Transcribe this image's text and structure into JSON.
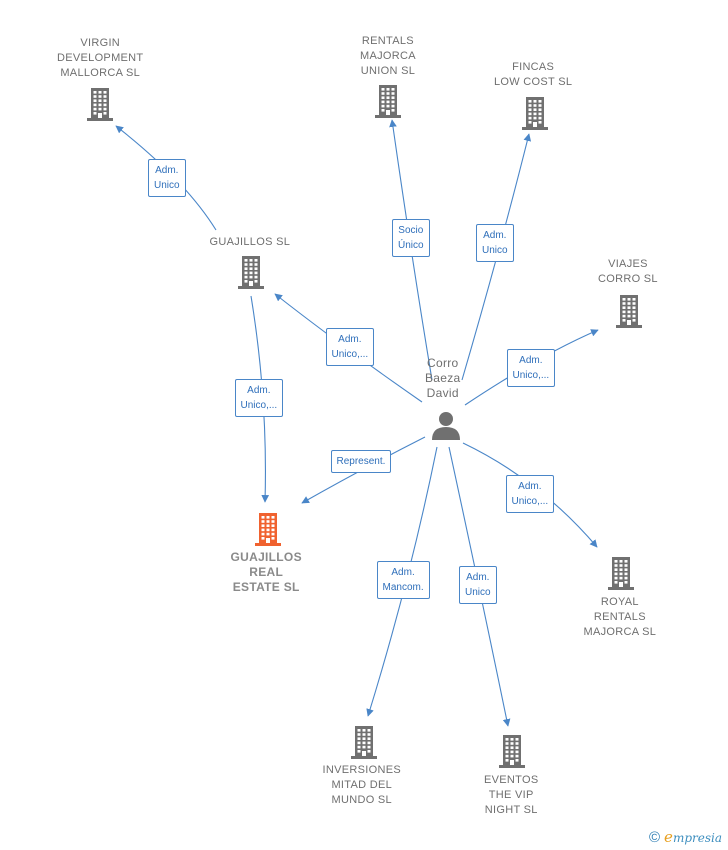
{
  "person": {
    "name": "Corro\nBaeza\nDavid"
  },
  "companies": [
    {
      "id": "virgin",
      "label": "VIRGIN\nDEVELOPMENT\nMALLORCA  SL"
    },
    {
      "id": "rentals",
      "label": "RENTALS\nMAJORCA\nUNION  SL"
    },
    {
      "id": "fincas",
      "label": "FINCAS\nLOW COST  SL"
    },
    {
      "id": "guajillos",
      "label": "GUAJILLOS  SL"
    },
    {
      "id": "viajes",
      "label": "VIAJES\nCORRO SL"
    },
    {
      "id": "guajillos_real",
      "label": "GUAJILLOS\nREAL\nESTATE  SL",
      "highlight": true
    },
    {
      "id": "royal",
      "label": "ROYAL\nRENTALS\nMAJORCA  SL"
    },
    {
      "id": "inversiones",
      "label": "INVERSIONES\nMITAD DEL\nMUNDO SL"
    },
    {
      "id": "eventos",
      "label": "EVENTOS\nTHE VIP\nNIGHT SL"
    }
  ],
  "edges": [
    {
      "id": "e-guajillos-virgin",
      "from": "guajillos",
      "to": "virgin",
      "label": "Adm.\nUnico"
    },
    {
      "id": "e-person-rentals",
      "from": "person",
      "to": "rentals",
      "label": "Socio\nÚnico"
    },
    {
      "id": "e-person-fincas",
      "from": "person",
      "to": "fincas",
      "label": "Adm.\nUnico"
    },
    {
      "id": "e-person-guajillos",
      "from": "person",
      "to": "guajillos",
      "label": "Adm.\nUnico,..."
    },
    {
      "id": "e-person-viajes",
      "from": "person",
      "to": "viajes",
      "label": "Adm.\nUnico,..."
    },
    {
      "id": "e-guajillos-real",
      "from": "guajillos",
      "to": "guajillos_real",
      "label": "Adm.\nUnico,..."
    },
    {
      "id": "e-person-real",
      "from": "person",
      "to": "guajillos_real",
      "label": "Represent."
    },
    {
      "id": "e-person-royal",
      "from": "person",
      "to": "royal",
      "label": "Adm.\nUnico,..."
    },
    {
      "id": "e-person-inversiones",
      "from": "person",
      "to": "inversiones",
      "label": "Adm.\nMancom."
    },
    {
      "id": "e-person-eventos",
      "from": "person",
      "to": "eventos",
      "label": "Adm.\nUnico"
    }
  ],
  "colors": {
    "edge": "#4a86c8",
    "building": "#707070",
    "highlight": "#f0622f",
    "person": "#707070"
  },
  "footer": {
    "copyright": "©",
    "brand_initial": "e",
    "brand_rest": "mpresia"
  }
}
